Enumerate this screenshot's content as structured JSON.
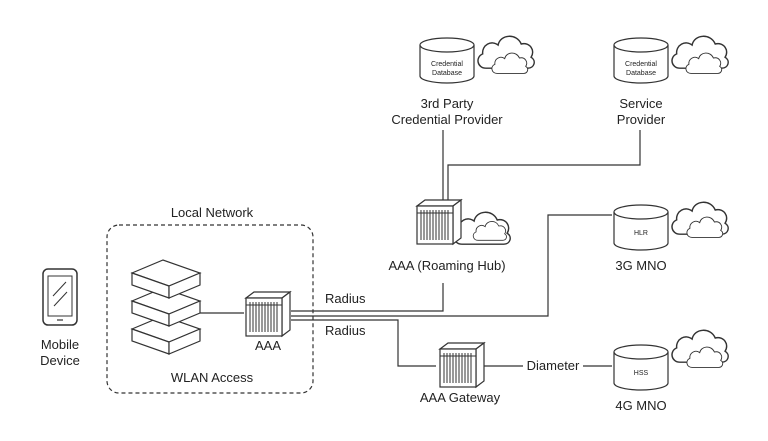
{
  "labels": {
    "local_network": "Local Network",
    "mobile_device_line1": "Mobile",
    "mobile_device_line2": "Device",
    "wlan_access": "WLAN Access",
    "aaa_local": "AAA",
    "radius_1": "Radius",
    "radius_2": "Radius",
    "diameter": "Diameter",
    "aaa_roaming_hub": "AAA (Roaming Hub)",
    "aaa_gateway": "AAA Gateway",
    "third_party_line1": "3rd Party",
    "third_party_line2": "Credential Provider",
    "service_provider_line1": "Service",
    "service_provider_line2": "Provider",
    "mno_3g": "3G MNO",
    "mno_4g": "4G MNO",
    "cred_db_line1": "Credential",
    "cred_db_line2": "Database",
    "hlr": "HLR",
    "hss": "HSS"
  }
}
